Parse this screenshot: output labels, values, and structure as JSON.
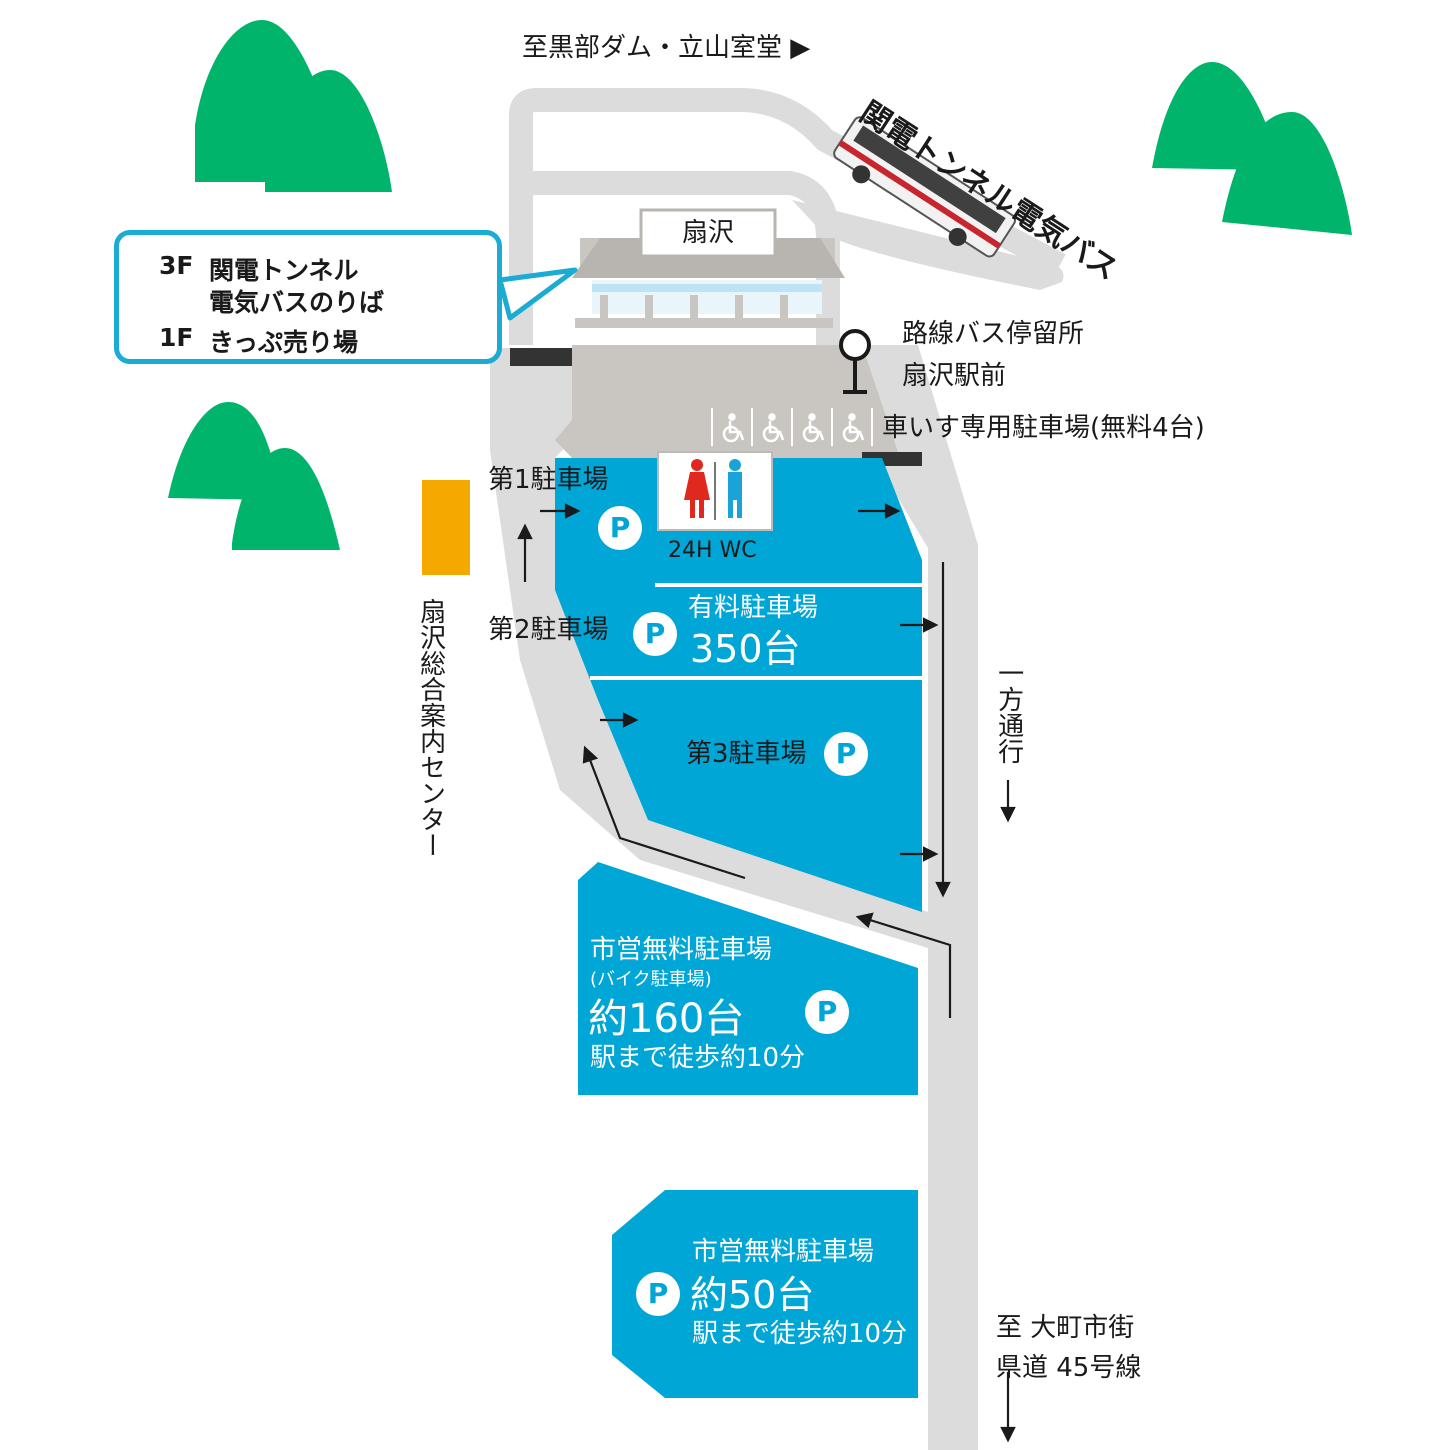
{
  "colors": {
    "road": "#dcdcdc",
    "parking": "#00a6d6",
    "mountain": "#00b56b",
    "plaza": "#c9c6c2",
    "callout_border": "#1cabd3",
    "info_center": "#f5a800",
    "female": "#e0281f",
    "male": "#1aa3d6"
  },
  "top": {
    "to_kurobe": "至黒部ダム・立山室堂 ▶",
    "bus_label": "関電トンネル電気バス"
  },
  "station": {
    "name": "扇沢"
  },
  "callout": {
    "f3": "3F",
    "f3_text_line1": "関電トンネル",
    "f3_text_line2": "電気バスのりば",
    "f1": "1F",
    "f1_text": "きっぷ売り場"
  },
  "bus_stop": {
    "line1": "路線バス停留所",
    "line2": "扇沢駅前"
  },
  "wheelchair": {
    "label": "車いす専用駐車場(無料4台)",
    "icon": "wheelchair-icon"
  },
  "info_center": {
    "label": "扇沢総合案内センター"
  },
  "toilet": {
    "label": "24H WC"
  },
  "parking": {
    "p_letter": "P",
    "lot1": "第1駐車場",
    "lot2": "第2駐車場",
    "lot3": "第3駐車場",
    "paid_label": "有料駐車場",
    "paid_count": "350台",
    "free1_title": "市営無料駐車場",
    "free1_sub": "(バイク駐車場)",
    "free1_count": "約160台",
    "free1_walk": "駅まで徒歩約10分",
    "free2_title": "市営無料駐車場",
    "free2_count": "約50台",
    "free2_walk": "駅まで徒歩約10分"
  },
  "road": {
    "one_way": "一方通行",
    "arrow_down": "↓",
    "to_omachi": "至 大町市街",
    "prefectural": "県道 45号線"
  }
}
